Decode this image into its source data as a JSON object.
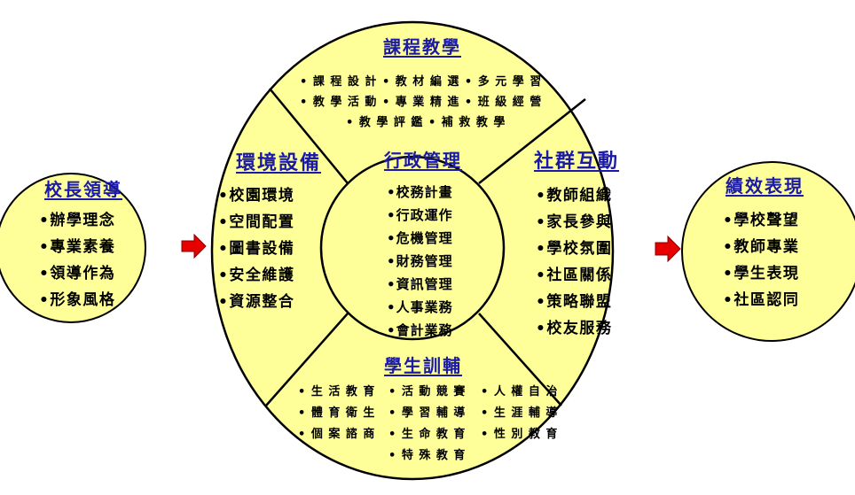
{
  "left_circle": {
    "title": "校長領導",
    "items": [
      "•辦學理念",
      "•專業素養",
      "•領導作為",
      "•形象風格"
    ]
  },
  "right_circle": {
    "title": "績效表現",
    "items": [
      "•學校聲望",
      "•教師專業",
      "•學生表現",
      "•社區認同"
    ]
  },
  "top_section": {
    "title": "課程教學",
    "rows": [
      "• 課 程 設 計    • 教 材 編 選    • 多 元 學 習",
      "• 教 學 活 動    • 專 業 精 進    • 班 級 經 營",
      "• 教 學 評 鑑    • 補 救 教 學"
    ]
  },
  "left_section": {
    "title": "環境設備",
    "items": [
      "•校園環境",
      "•空間配置",
      "•圖書設備",
      "•安全維護",
      "•資源整合"
    ]
  },
  "center": {
    "title": "行政管理",
    "items": [
      "•校務計畫",
      "•行政運作",
      "•危機管理",
      "•財務管理",
      "•資訊管理",
      "•人事業務",
      "•會計業務"
    ]
  },
  "right_section": {
    "title": "社群互動",
    "items": [
      "•教師組織",
      "•家長參與",
      "•學校氛圍",
      "•社區關係",
      "•策略聯盟",
      "•校友服務"
    ]
  },
  "bottom_section": {
    "title": "學生訓輔",
    "columns": [
      [
        "• 生 活 教 育",
        "• 體 育 衛 生",
        "• 個 案 諮 商"
      ],
      [
        "• 活 動 競 賽",
        "• 學 習 輔 導",
        "• 生 命 教 育",
        "• 特 殊 教 育"
      ],
      [
        "• 人 權 自 治",
        "• 生 涯 輔 導",
        "• 性 別 教 育"
      ]
    ]
  },
  "colors": {
    "fill": "#ffff99",
    "stroke": "#000000",
    "title": "#1a1aa6",
    "arrow": "#e60000"
  }
}
